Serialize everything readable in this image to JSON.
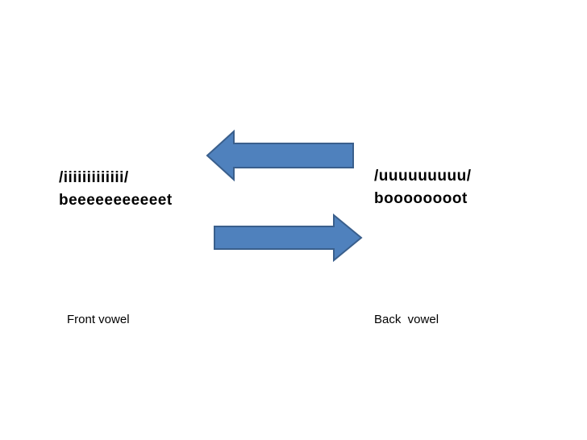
{
  "left_group": {
    "phoneme": "/iiiiiiiiiiiii/",
    "word": "beeeeeeeeeeet",
    "caption": "Front vowel"
  },
  "right_group": {
    "phoneme": "/uuuuuuuuu/",
    "word": "boooooooot",
    "caption": "Back  vowel"
  },
  "arrows": {
    "fill": "#4F81BD",
    "stroke": "#3A5F8C",
    "top_direction": "left",
    "bottom_direction": "right"
  }
}
